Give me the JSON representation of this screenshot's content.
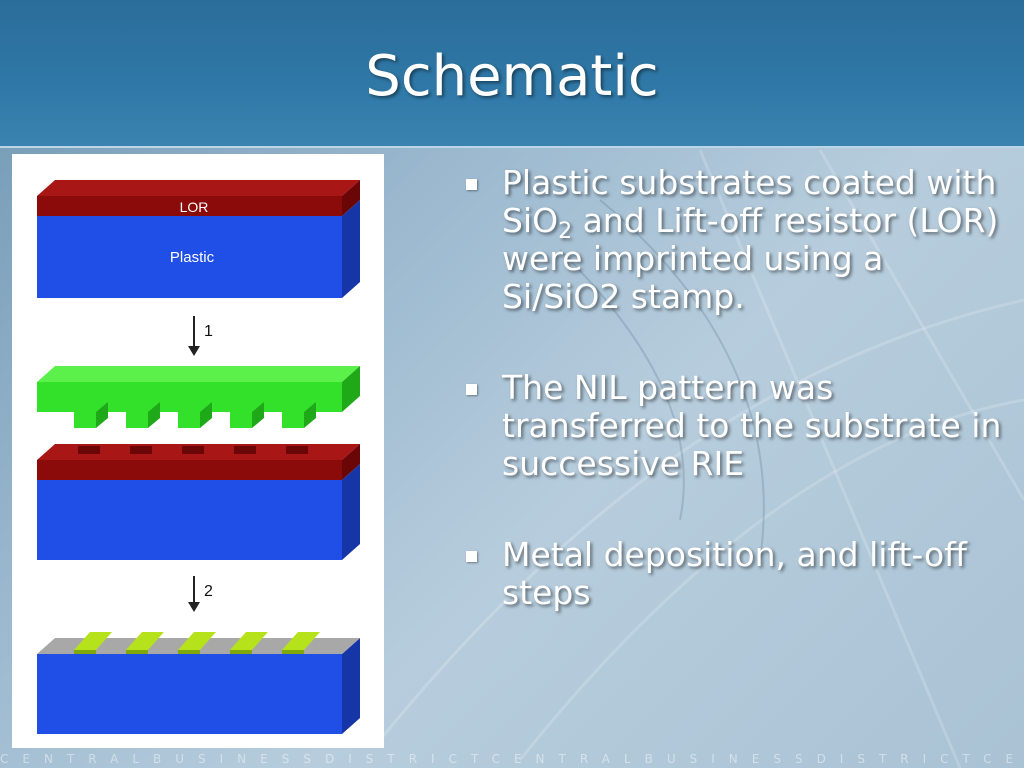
{
  "slide": {
    "title": "Schematic",
    "footer_text": "CENTRALBUSINESSDISTRICTCENTRALBUSINESSDISTRICTCENTRA"
  },
  "figure": {
    "layer_labels": {
      "lor": "LOR",
      "plastic": "Plastic"
    },
    "steps": [
      "1",
      "2"
    ],
    "colors": {
      "plastic": "#1f4fe6",
      "lor": "#8b0a0a",
      "stamp": "#33e02a",
      "metal": "#b6e21c",
      "gray": "#a8a8a8"
    }
  },
  "bullets": [
    {
      "pre": "Plastic substrates coated with SiO",
      "sub": "2",
      "post": " and Lift-off resistor (LOR) were imprinted using a Si/SiO2 stamp."
    },
    {
      "pre": "The NIL pattern was transferred to the substrate in successive RIE",
      "sub": "",
      "post": ""
    },
    {
      "pre": "Metal deposition, and lift-off steps",
      "sub": "",
      "post": ""
    }
  ]
}
